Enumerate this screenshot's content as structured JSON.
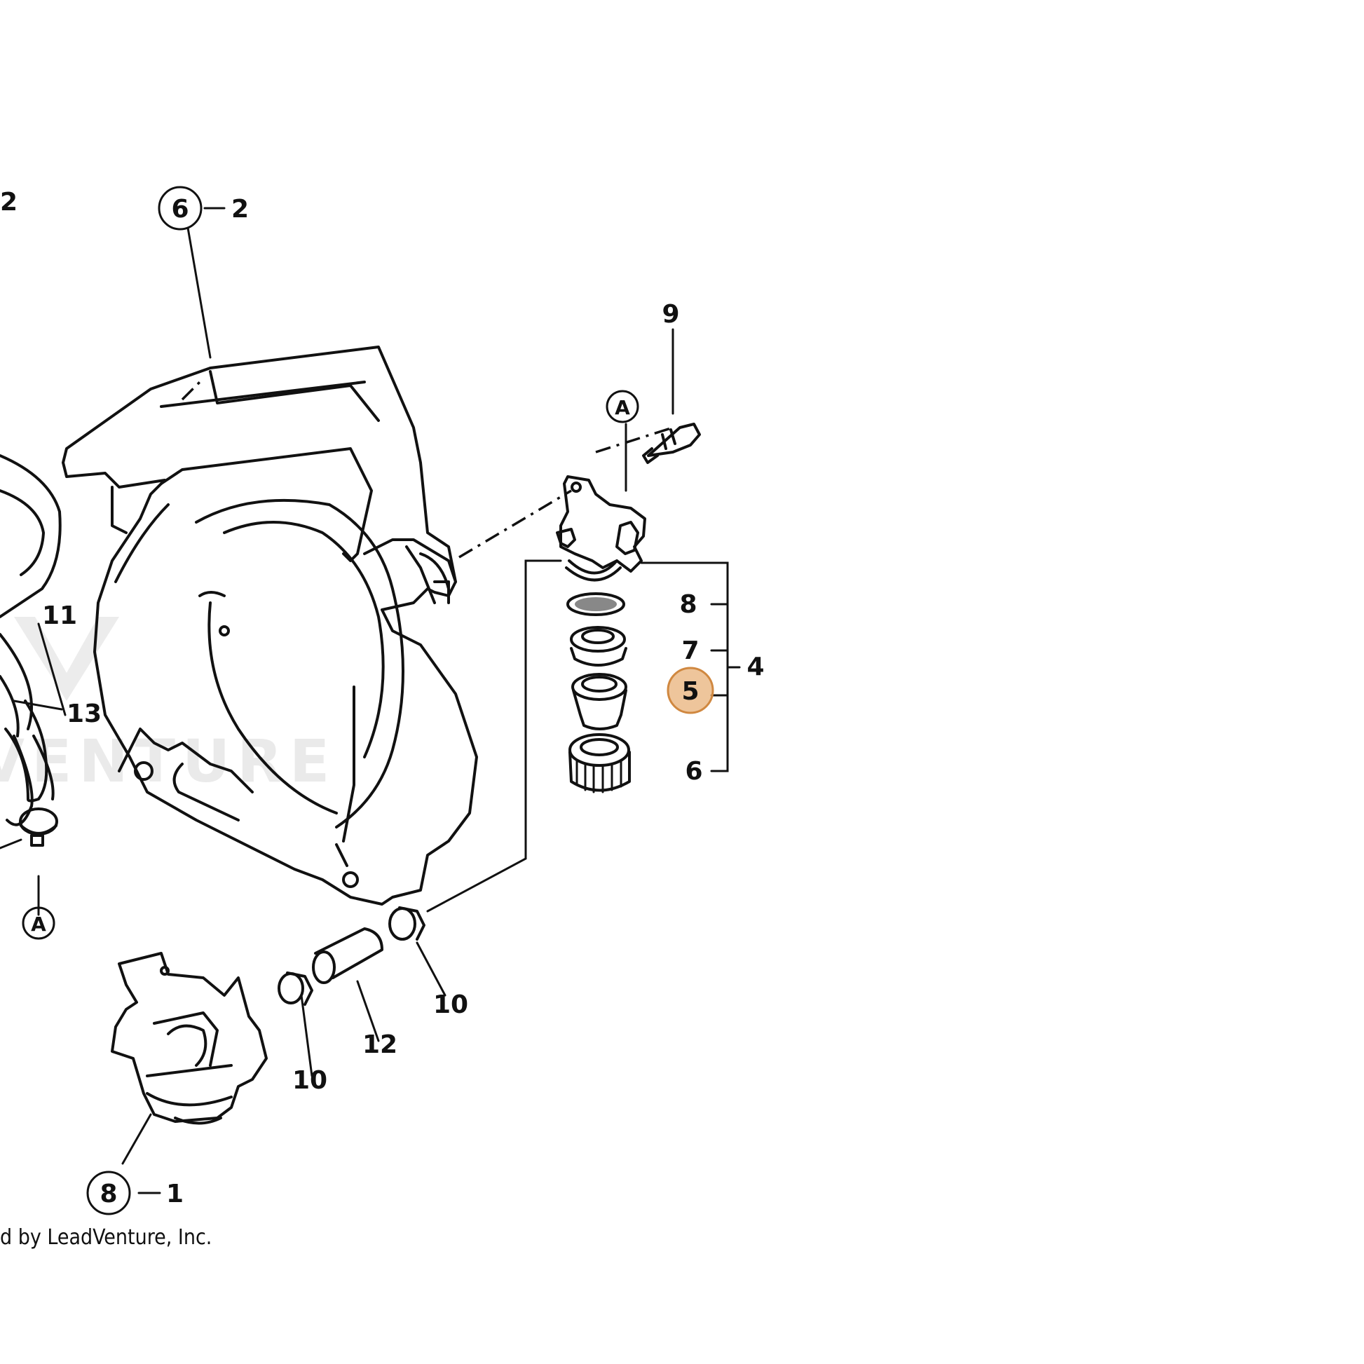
{
  "watermark": {
    "text": "VENTURE"
  },
  "highlight": {
    "label": "5",
    "color": "#E8B27A",
    "stroke": "#D08840"
  },
  "callouts": {
    "top_left_fragment": "2",
    "ref_6_2": {
      "circled": "6",
      "suffix": "2"
    },
    "ref_8_1": {
      "circled": "8",
      "suffix": "1"
    },
    "item_9": "9",
    "item_A_top": "A",
    "item_A_bottom": "A",
    "item_8": "8",
    "item_7": "7",
    "item_5": "5",
    "item_4": "4",
    "item_6": "6",
    "item_11": "11",
    "item_13": "13",
    "item_10_right": "10",
    "item_10_left": "10",
    "item_12": "12"
  },
  "footer": {
    "credit": "d by LeadVenture, Inc."
  }
}
